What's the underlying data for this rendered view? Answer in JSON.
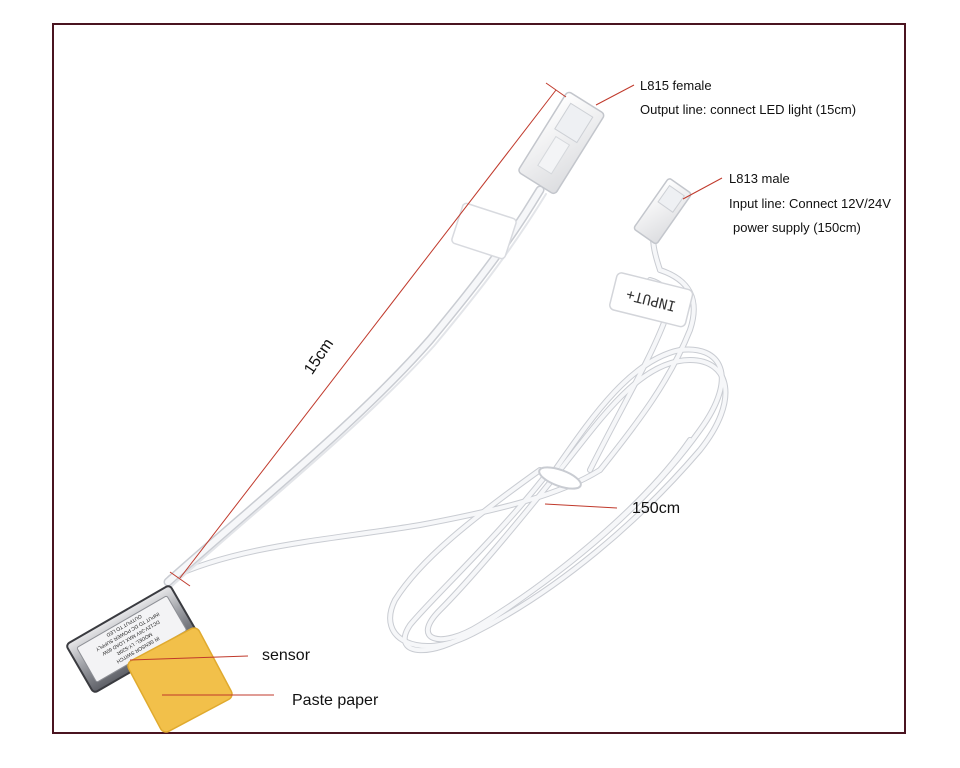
{
  "annotations": {
    "female_title": "L815 female",
    "female_desc": "Output line: connect LED light (15cm)",
    "male_title": "L813 male",
    "male_desc_1": "Input line: Connect 12V/24V",
    "male_desc_2": "power supply (150cm)",
    "length_short": "15cm",
    "length_long": "150cm",
    "sensor": "sensor",
    "paste": "Paste paper"
  },
  "product_text": {
    "tag": "INPUT+",
    "module_line_1": "IR SENSOR SWITCH",
    "module_line_2": "MODEL: LY-S20R",
    "module_line_3": "DC12V-24V  MAX LOAD 60W",
    "module_line_4": "INPUT TO DC POWER SUPPLY",
    "module_line_5": "OUTPUT TO LED"
  },
  "colors": {
    "frame": "#4a1420",
    "annotation_line": "#c0392b",
    "paste_paper": "#f2c04a",
    "cable": "#f4f5f7"
  }
}
